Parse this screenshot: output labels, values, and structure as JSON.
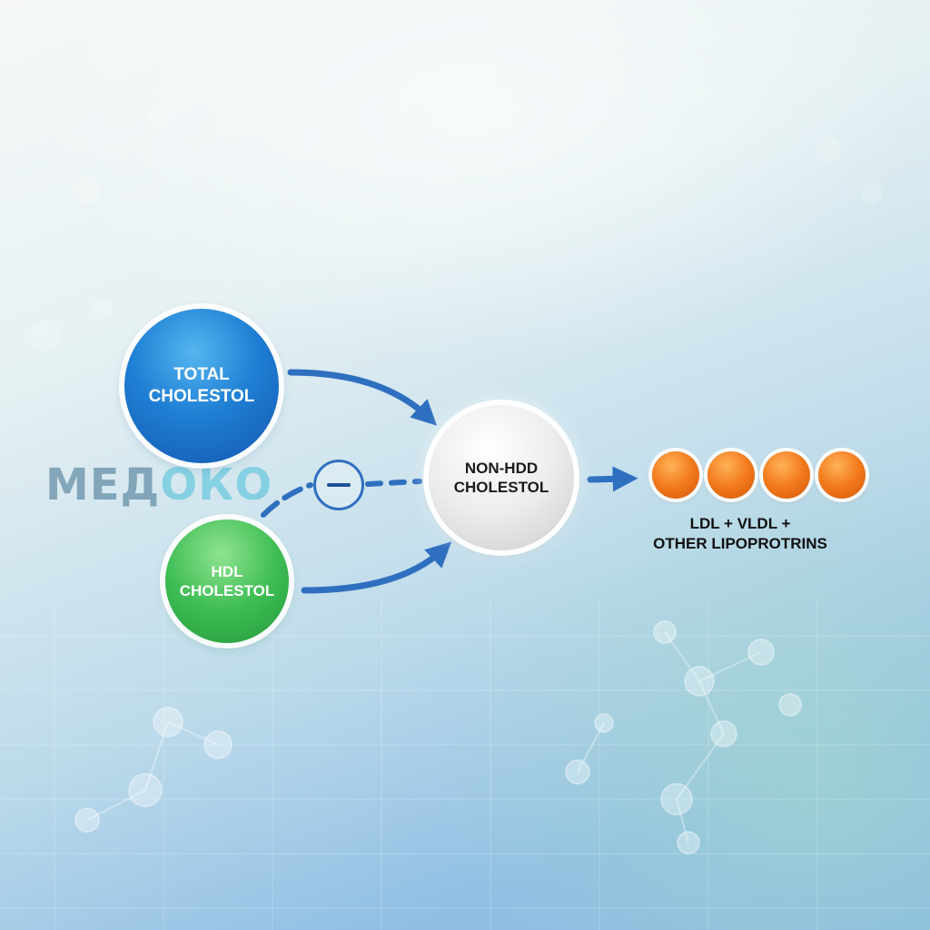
{
  "diagram": {
    "nodes": {
      "total": {
        "label": "TOTAL\nCHOLESTOL",
        "color": "#1f7fd4"
      },
      "hdl": {
        "label": "HDL\nCHOLESTOL",
        "color": "#3fbd55"
      },
      "non_hdl": {
        "label": "NON-HDD\nCHOLESTOL",
        "color": "#e6e6e6"
      }
    },
    "result": {
      "label": "LDL + VLDL +\nOTHER LIPOPROTRINS",
      "particle_count": 4,
      "particle_color": "#f27a1a"
    },
    "operator": {
      "symbol": "minus-icon"
    },
    "edges": [
      {
        "from": "total",
        "to": "non_hdl",
        "style": "solid-arrow"
      },
      {
        "from": "hdl",
        "to": "non_hdl",
        "style": "solid-arrow"
      },
      {
        "from": "hdl",
        "to": "non_hdl",
        "style": "dashed-subtract"
      },
      {
        "from": "non_hdl",
        "to": "result",
        "style": "solid-arrow"
      }
    ],
    "arrow_color": "#2f6fc0"
  },
  "watermark": {
    "part1": "МЕД",
    "part2": "ОКО"
  }
}
